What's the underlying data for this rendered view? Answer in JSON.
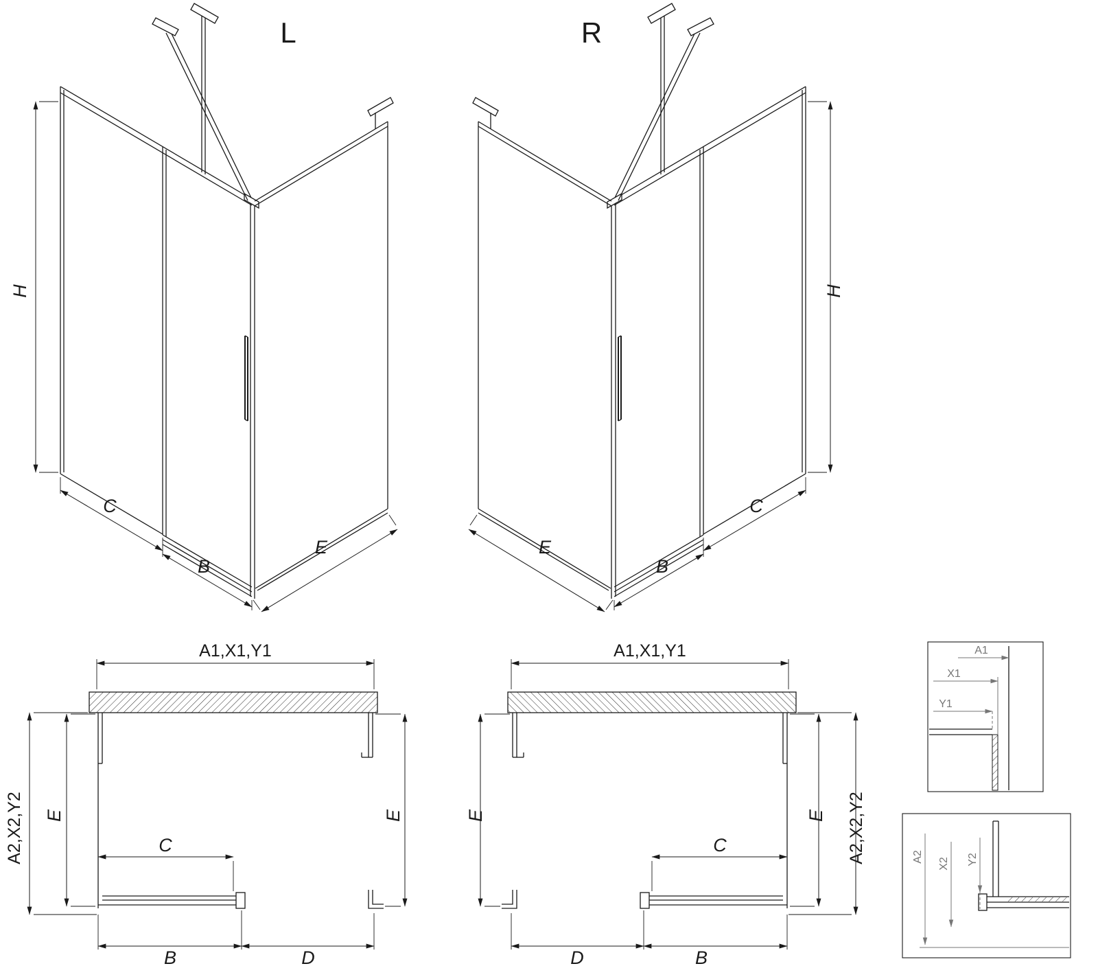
{
  "figure": {
    "background": "#ffffff",
    "line_color": "#1a1a1a",
    "detail_dim_color": "#767676"
  },
  "iso_left": {
    "title": "L",
    "dim_height": "H",
    "dim_fixed": "C",
    "dim_door": "B",
    "dim_side": "E"
  },
  "iso_right": {
    "title": "R",
    "dim_height": "H",
    "dim_fixed": "C",
    "dim_door": "B",
    "dim_side": "E"
  },
  "plan_left": {
    "dim_width_top": "A1,X1,Y1",
    "dim_depth_outer": "A2,X2,Y2",
    "dim_depth_left": "E",
    "dim_depth_right": "E",
    "dim_fixed": "C",
    "dim_door": "B",
    "dim_opening": "D"
  },
  "plan_right": {
    "dim_width_top": "A1,X1,Y1",
    "dim_depth_outer": "A2,X2,Y2",
    "dim_depth_left": "E",
    "dim_depth_right": "E",
    "dim_fixed": "C",
    "dim_door": "B",
    "dim_opening": "D"
  },
  "detail_wall_profile": {
    "dim_a1": "A1",
    "dim_x1": "X1",
    "dim_y1": "Y1"
  },
  "detail_floor_profile": {
    "dim_a2": "A2",
    "dim_x2": "X2",
    "dim_y2": "Y2"
  }
}
